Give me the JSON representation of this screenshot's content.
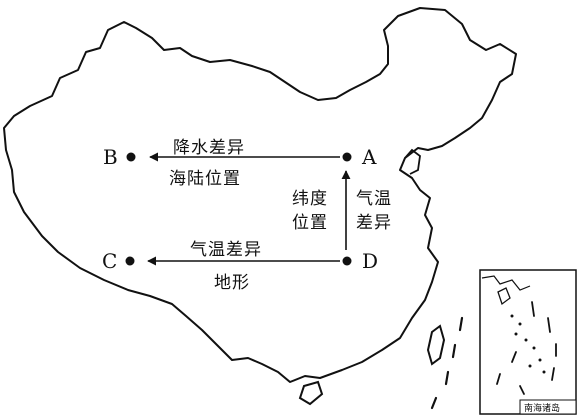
{
  "colors": {
    "ink": "#111111",
    "background": "#ffffff"
  },
  "points": {
    "a": {
      "label": "A"
    },
    "b": {
      "label": "B"
    },
    "c": {
      "label": "C"
    },
    "d": {
      "label": "D"
    }
  },
  "arrows": {
    "a_to_b": {
      "above": "降水差异",
      "below": "海陆位置"
    },
    "d_to_c": {
      "above": "气温差异",
      "below": "地形"
    },
    "d_to_a": {
      "left_line1": "纬度",
      "left_line2": "位置",
      "right_line1": "气温",
      "right_line2": "差异"
    }
  },
  "inset": {
    "caption": "南海诸岛"
  }
}
